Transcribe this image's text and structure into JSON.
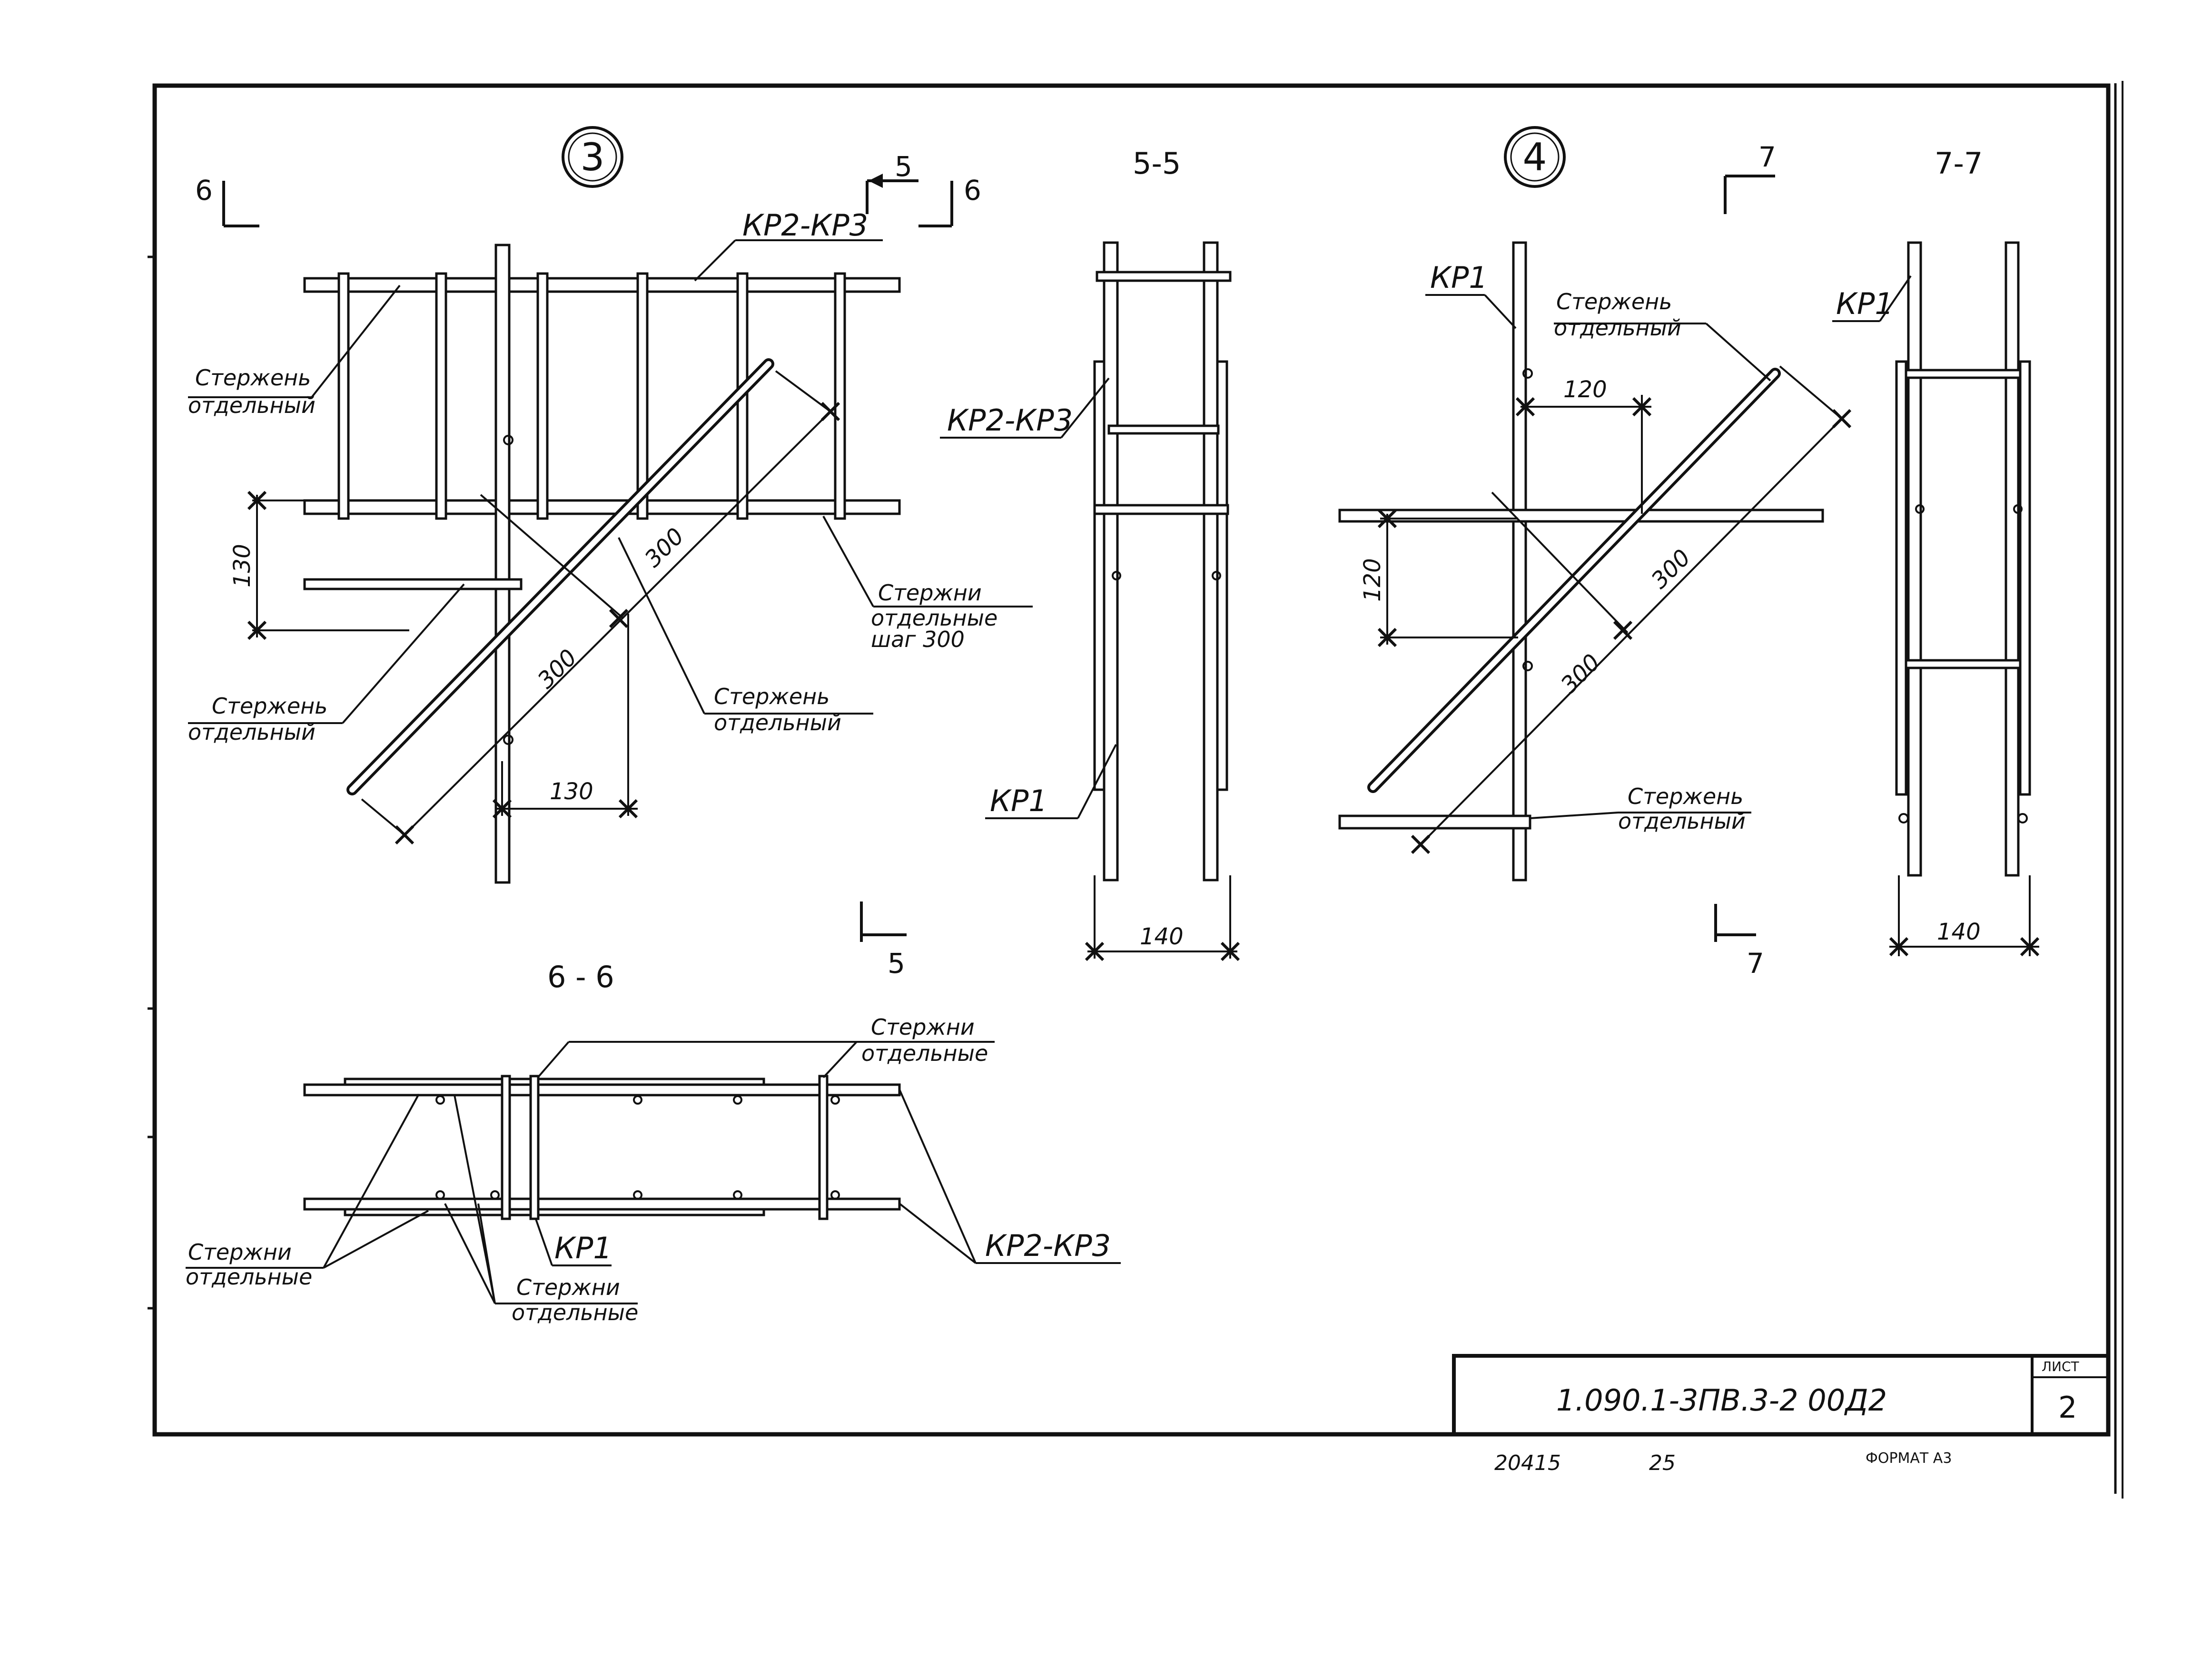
{
  "views": {
    "node3": {
      "label": "3"
    },
    "node4": {
      "label": "4"
    },
    "sec55": {
      "label": "5-5"
    },
    "sec77": {
      "label": "7-7"
    },
    "sec66": {
      "label": "6 - 6"
    }
  },
  "section_marks": {
    "m6": "6",
    "m5": "5",
    "m7": "7"
  },
  "labels": {
    "kr1": "КР1",
    "kr2kr3": "КР2-КР3",
    "rod_line1": "Стержень",
    "rod_line2": "отдельный",
    "rods_line1": "Стержни",
    "rods_line2": "отдельные",
    "rods_step": "шаг 300"
  },
  "dimensions": {
    "d130": "130",
    "d300": "300",
    "d140": "140",
    "d120": "120"
  },
  "title_block": {
    "designation": "1.090.1-3ПВ.3-2   00Д2",
    "sheet_label": "ЛИСТ",
    "sheet_number": "2"
  },
  "footer": {
    "inv": "20415",
    "page": "25",
    "format": "ФОРМАТ А3"
  }
}
